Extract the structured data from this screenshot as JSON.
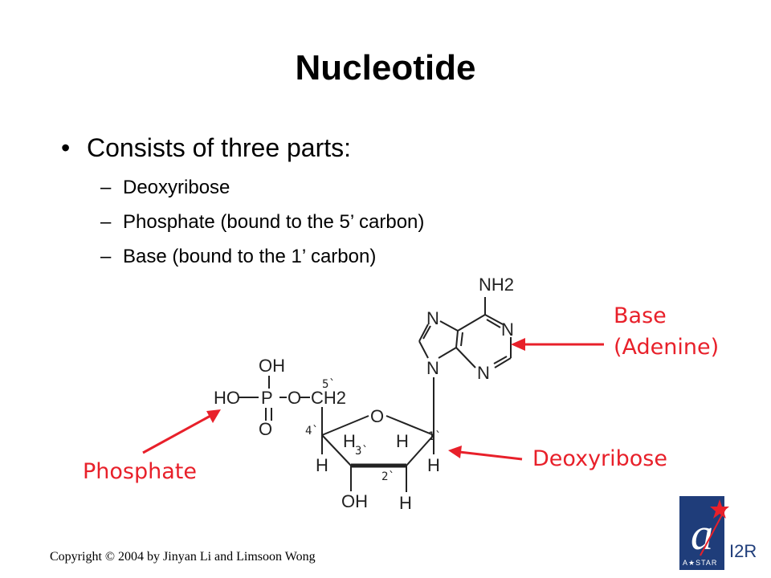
{
  "slide": {
    "title": "Nucleotide",
    "bullet": "Consists of three parts:",
    "bullet_marker": "•",
    "sub_marker": "–",
    "sub_items": [
      "Deoxyribose",
      "Phosphate (bound to the 5’ carbon)",
      "Base (bound to the 1’ carbon)"
    ]
  },
  "diagram": {
    "atoms": {
      "nh2": "NH2",
      "n": "N",
      "o": "O",
      "oh": "OH",
      "ho": "HO",
      "p": "P",
      "ch2": "CH2",
      "h": "H"
    },
    "primes": [
      "5`",
      "4`",
      "3`",
      "2`",
      "1`"
    ],
    "callouts": {
      "base_line1": "Base",
      "base_line2": "(Adenine)",
      "deoxyribose": "Deoxyribose",
      "phosphate": "Phosphate"
    },
    "accent_color": "#e8202a"
  },
  "footer": {
    "copyright": "Copyright © 2004 by Jinyan Li and Limsoon Wong"
  },
  "logo": {
    "name": "astar-i2r-logo",
    "brand_text": "A★STAR",
    "unit_text": "I2R"
  }
}
